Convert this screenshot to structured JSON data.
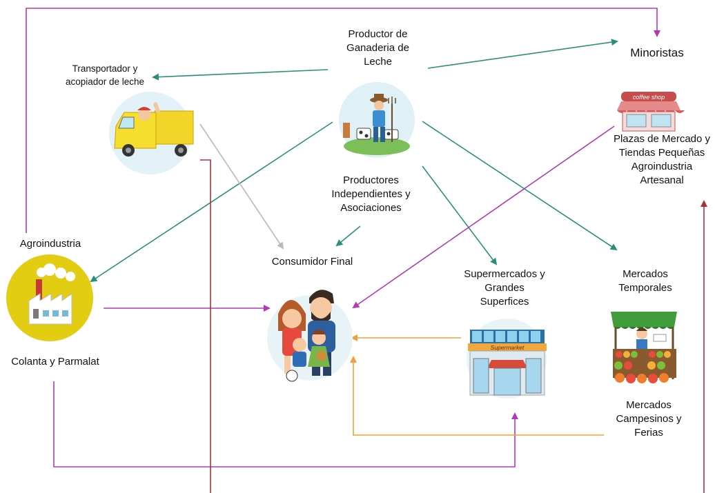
{
  "diagram": {
    "producer": "Productor  de\nGanaderia de\nLeche",
    "transporter": "Transportador y\nacopiador de leche",
    "retailers": "Minoristas",
    "market_squares": "Plazas de Mercado y\nTiendas  Pequeñas\nAgroindustria\nArtesanal",
    "independent": "Productores\nIndependientes y\nAsociaciones",
    "agroindustry": "Agroindustria",
    "final_consumer": "Consumidor Final",
    "supermarkets": "Supermercados y\nGrandes\nSuperfices",
    "temporary_markets": "Mercados\nTemporales",
    "agroindustry_brands": "Colanta y Parmalat",
    "peasant_markets": "Mercados\nCampesinos y\nFerias",
    "coffee_sign": "coffee shop",
    "supermarket_sign": "Supermarket"
  },
  "colors": {
    "teal": "#2a8f7a",
    "purple": "#b03ab5",
    "gray": "#b9b9b9",
    "orange": "#f0a13a",
    "darkred": "#a8323a",
    "agro_circle": "#e3cd12"
  },
  "icons": [
    "farmer-icon",
    "truck-icon",
    "shop-icon",
    "factory-icon",
    "family-icon",
    "supermarket-icon",
    "market-stall-icon"
  ]
}
